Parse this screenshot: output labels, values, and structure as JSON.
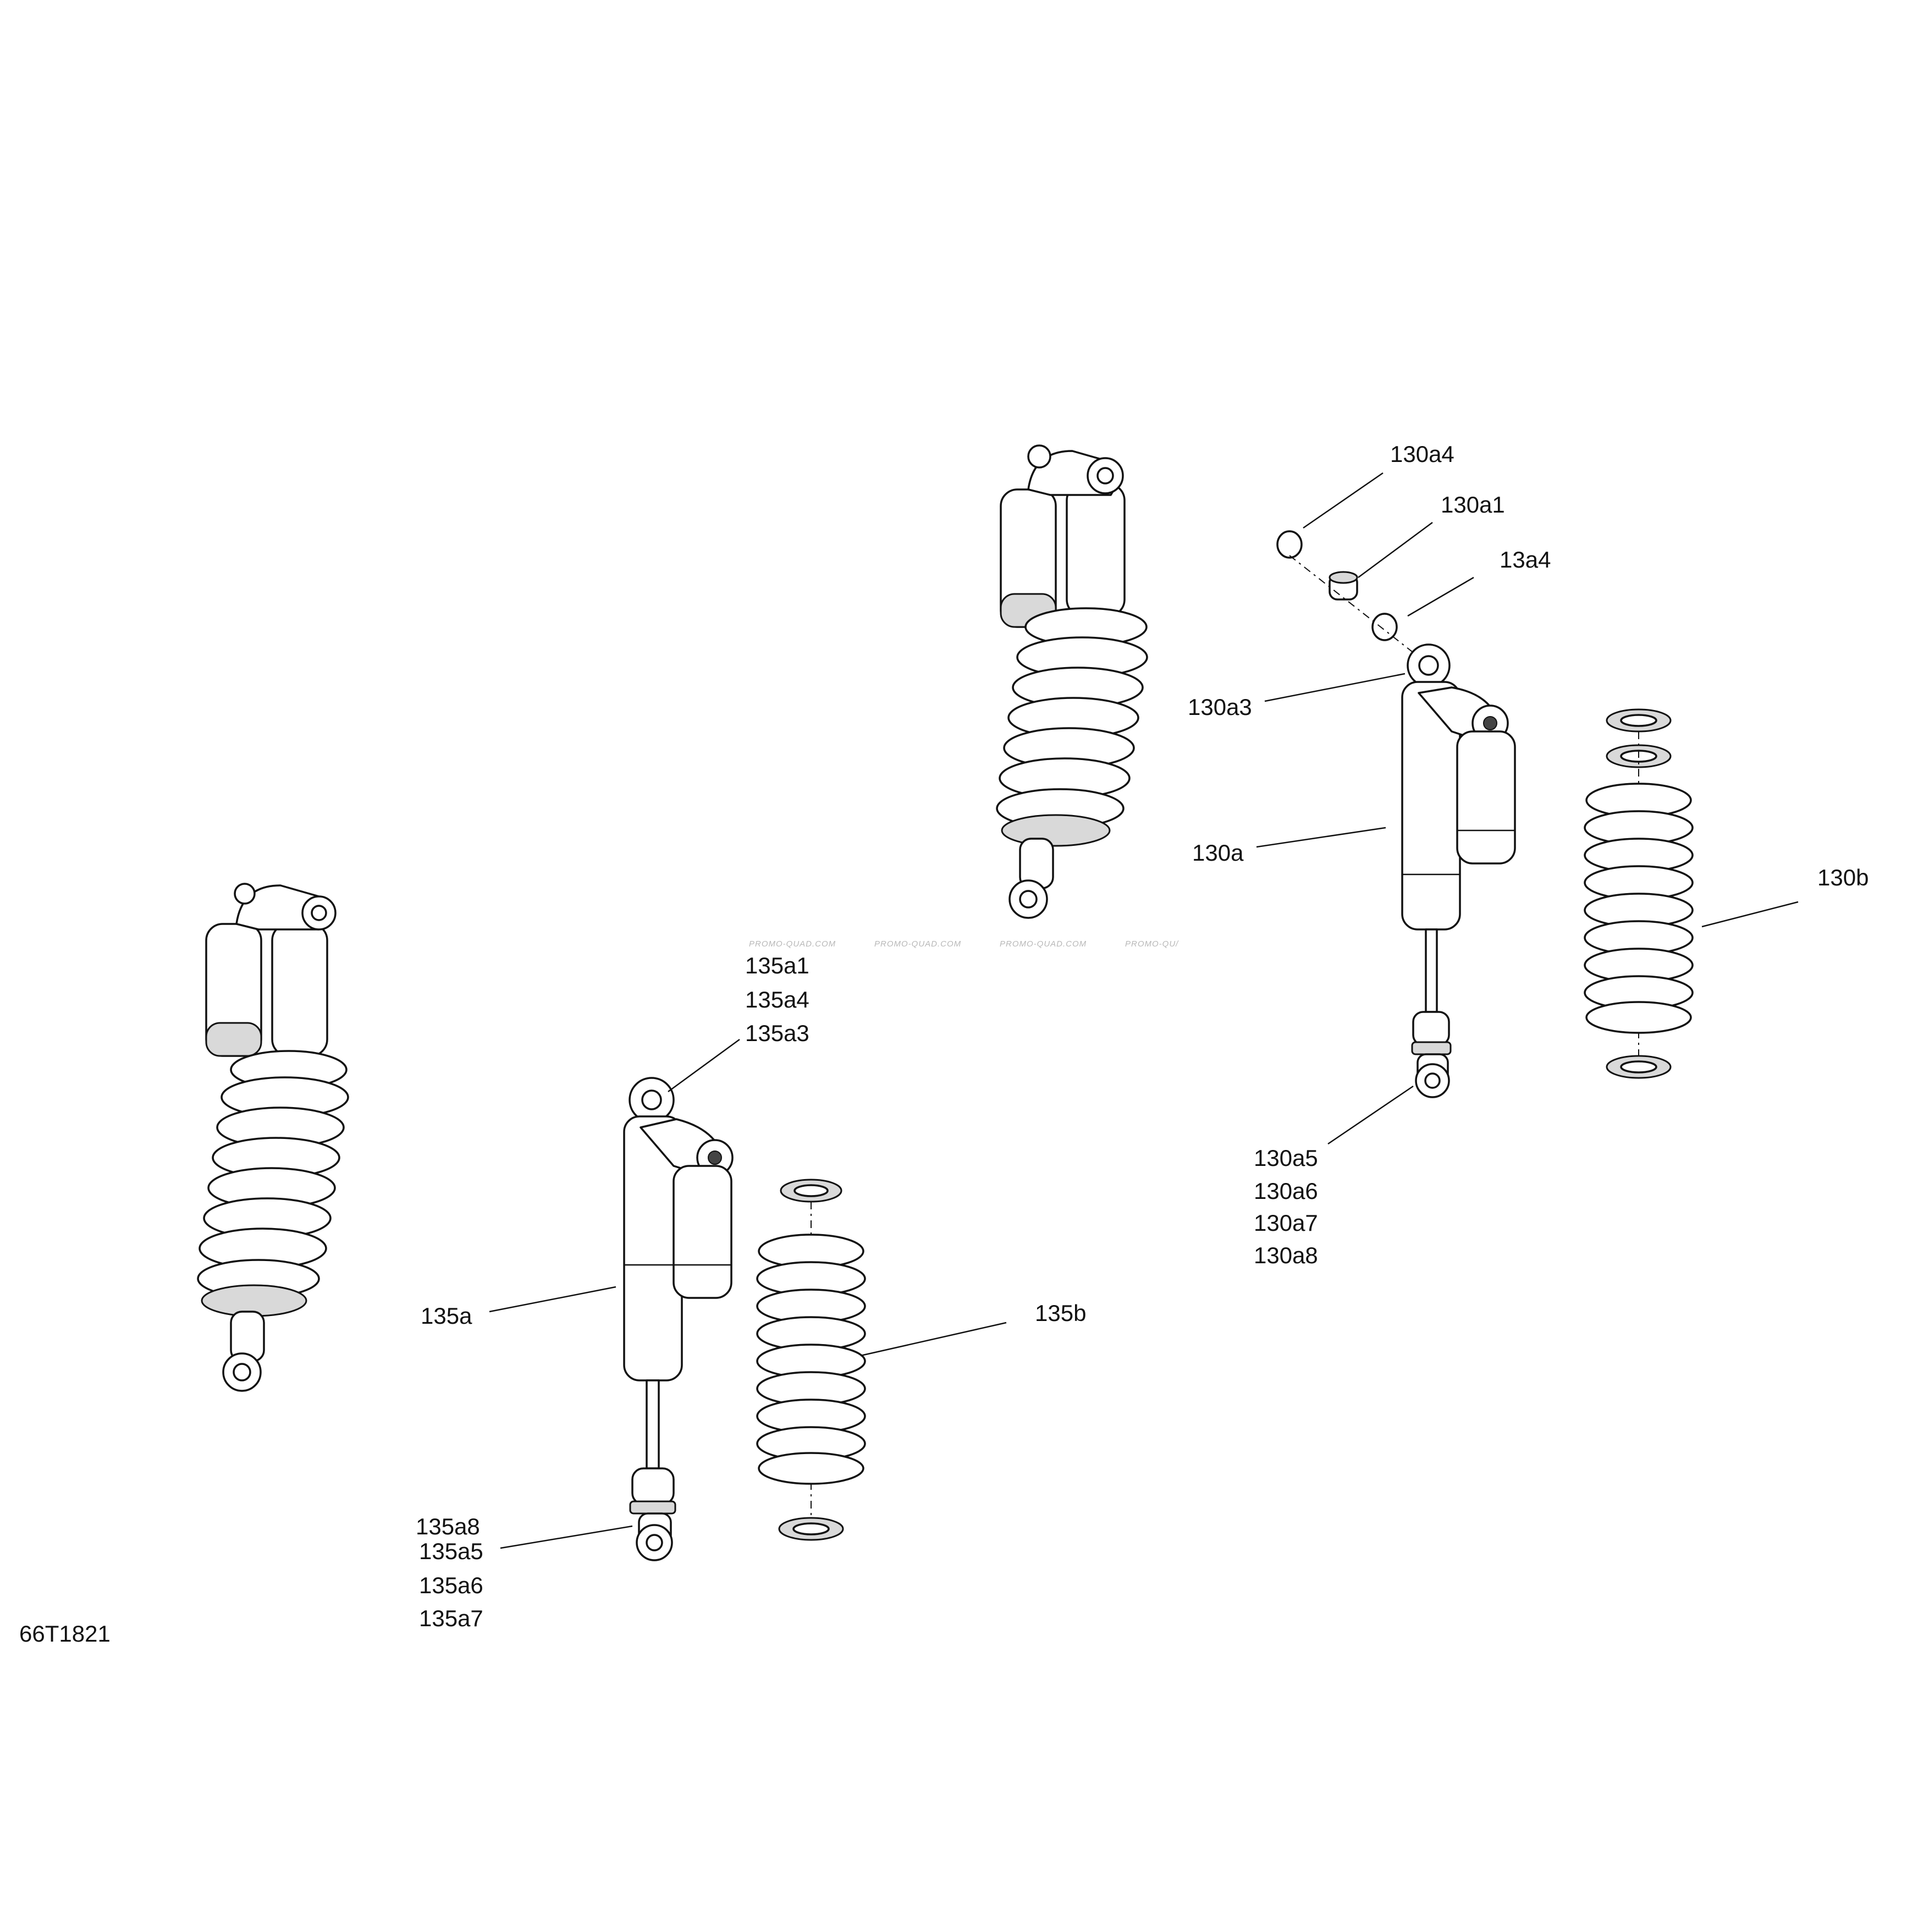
{
  "diagram_id": "66T1821",
  "watermark": [
    "PROMO-QUAD.COM",
    "PROMO-QUAD.COM",
    "PROMO-QUAD.COM",
    "PROMO-QU/"
  ],
  "labels": {
    "l130a4_top": "130a4",
    "l130a1": "130a1",
    "l13a4": "13a4",
    "l130a3": "130a3",
    "l130a": "130a",
    "l130b": "130b",
    "l130a5": "130a5",
    "l130a6": "130a6",
    "l130a7": "130a7",
    "l130a8": "130a8",
    "l135a1": "135a1",
    "l135a4": "135a4",
    "l135a3": "135a3",
    "l135a": "135a",
    "l135b": "135b",
    "l135a8": "135a8",
    "l135a5": "135a5",
    "l135a6": "135a6",
    "l135a7": "135a7"
  },
  "colors": {
    "line": "#111111",
    "background": "#ffffff",
    "watermark": "#b8b8b8"
  }
}
